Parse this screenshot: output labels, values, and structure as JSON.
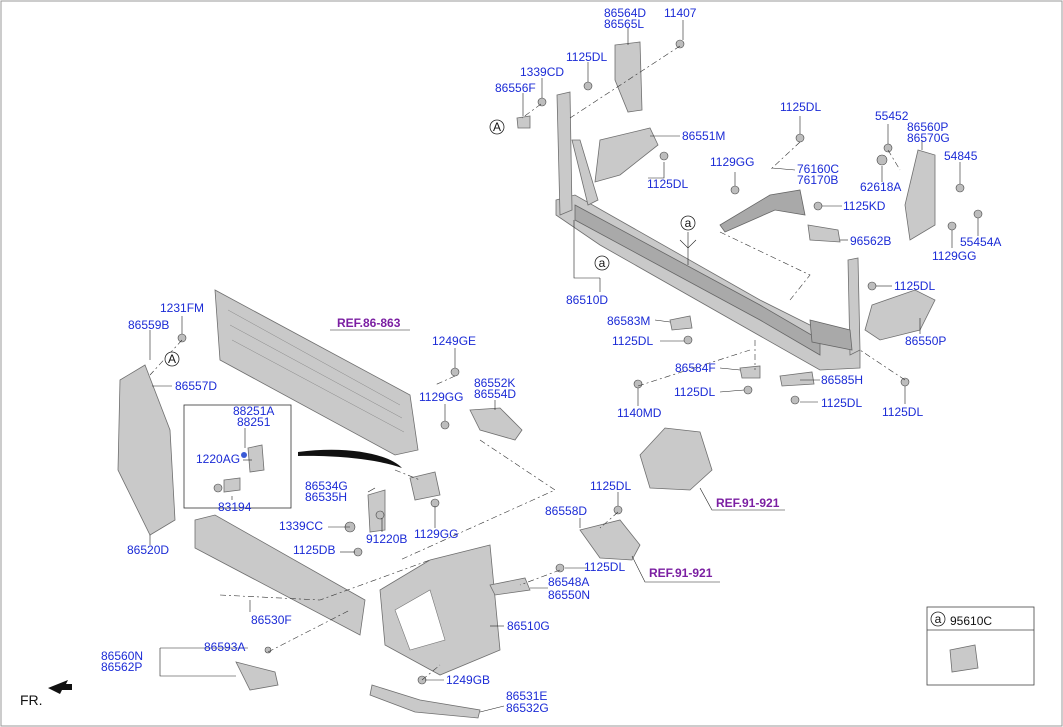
{
  "labels": {
    "p86564D": "86564D",
    "p86565L": "86565L",
    "p11407": "11407",
    "p1125DL_a": "1125DL",
    "p1339CD": "1339CD",
    "p86556F": "86556F",
    "p86551M": "86551M",
    "p1125DL_b": "1125DL",
    "p1129GG_a": "1129GG",
    "p76160C": "76160C",
    "p76170B": "76170B",
    "p1125DL_c": "1125DL",
    "p55452": "55452",
    "p86560P": "86560P",
    "p86570G": "86570G",
    "p54845": "54845",
    "p62618A": "62618A",
    "p1125KD": "1125KD",
    "p96562B": "96562B",
    "p55454A": "55454A",
    "p1129GG_b": "1129GG",
    "p86510D": "86510D",
    "p1125DL_d": "1125DL",
    "p86550P": "86550P",
    "p86583M": "86583M",
    "p1125DL_e": "1125DL",
    "p86584F": "86584F",
    "p86585H": "86585H",
    "p1125DL_f": "1125DL",
    "p1125DL_g": "1125DL",
    "p1140MD": "1140MD",
    "p1125DL_h": "1125DL",
    "p1231FM": "1231FM",
    "p86559B": "86559B",
    "p86557D": "86557D",
    "p1249GE": "1249GE",
    "p86552K": "86552K",
    "p86554D": "86554D",
    "p1129GG_c": "1129GG",
    "p88251A": "88251A",
    "p88251": "88251",
    "p1220AG": "1220AG",
    "p83194": "83194",
    "p86534G": "86534G",
    "p86535H": "86535H",
    "p1339CC": "1339CC",
    "p91220B": "91220B",
    "p1129GG_d": "1129GG",
    "p86520D": "86520D",
    "p1125DB": "1125DB",
    "p1125DL_i": "1125DL",
    "p86558D": "86558D",
    "p1125DL_j": "1125DL",
    "p86548A": "86548A",
    "p86550N": "86550N",
    "p86530F": "86530F",
    "p86510G": "86510G",
    "p86560N": "86560N",
    "p86562P": "86562P",
    "p86593A": "86593A",
    "p1249GB": "1249GB",
    "p86531E": "86531E",
    "p86532G": "86532G",
    "p95610C": "95610C"
  },
  "refs": {
    "ref_86_863": "REF.86-863",
    "ref_91_921_a": "REF.91-921",
    "ref_91_921_b": "REF.91-921"
  },
  "callouts": {
    "A_top": "A",
    "A_left": "A",
    "a_mid": "a",
    "a_mid2": "a",
    "a_legend": "a"
  },
  "direction": {
    "fr": "FR."
  },
  "colors": {
    "label": "#1b2bd6",
    "reference": "#7b1fa2",
    "part_fill": "#c9c9c9"
  }
}
